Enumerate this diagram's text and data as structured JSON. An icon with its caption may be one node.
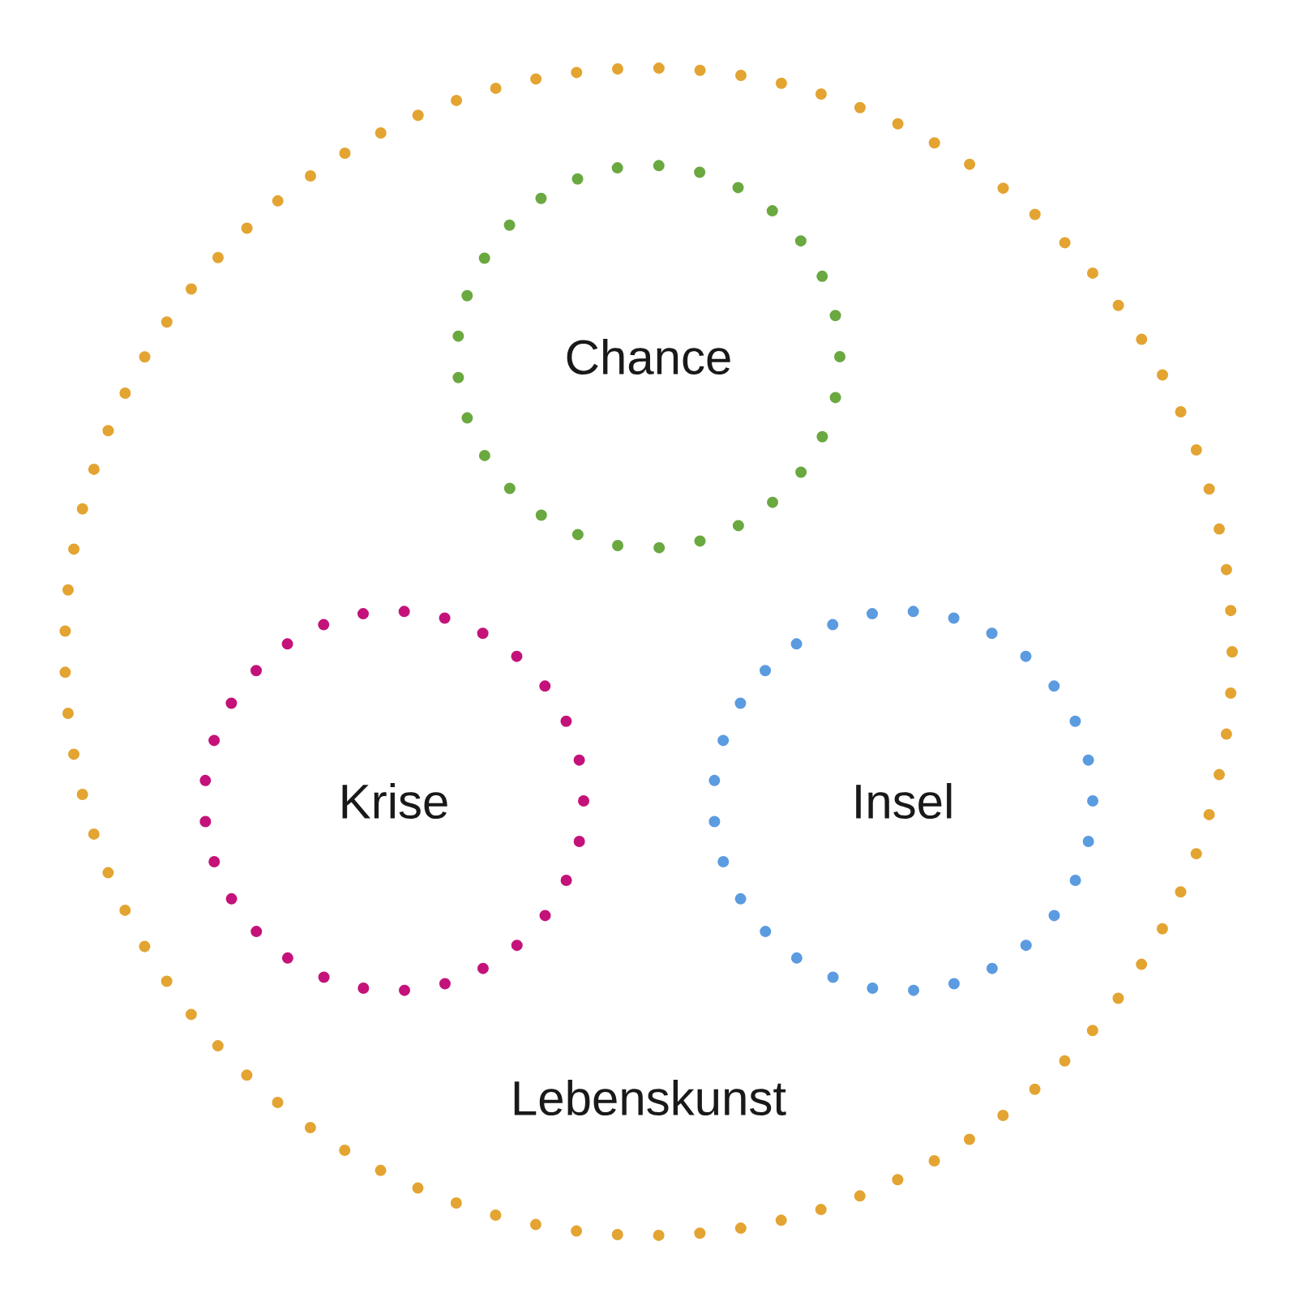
{
  "diagram": {
    "nodes": [
      {
        "text": [
          "Lebenskunst"
        ]
      },
      {
        "text": [
          "Chance"
        ],
        "in": 0
      },
      {
        "text": [
          "Krise"
        ],
        "in": 0
      },
      {
        "text": [
          "Insel"
        ],
        "in": 0
      }
    ]
  }
}
